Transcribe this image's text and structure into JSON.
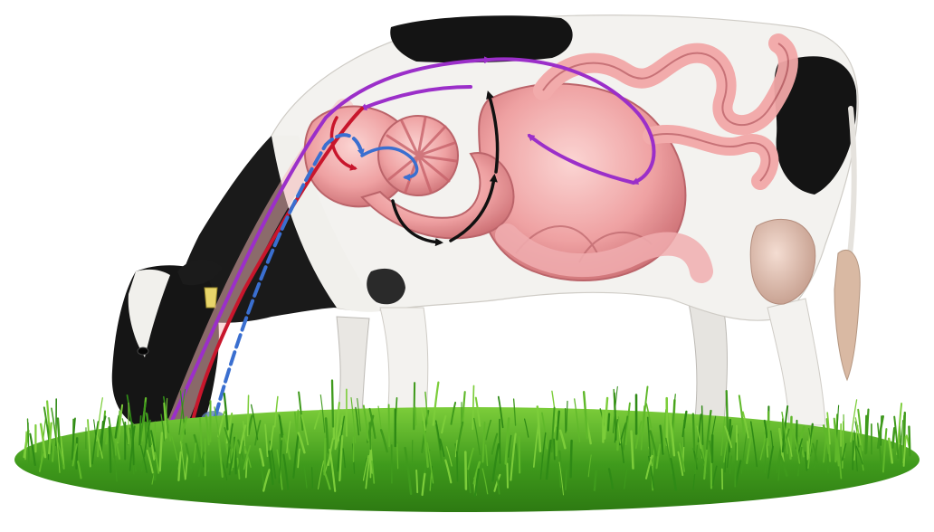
{
  "diagram": {
    "subject": "cow-digestive-system",
    "colors": {
      "background": "#ffffff",
      "grass": "#3f9a1c",
      "grass_light": "#7ccd3a",
      "hide_white": "#f3f2ef",
      "hide_black": "#141414",
      "organ_pink": "#f2a7a7",
      "organ_dark": "#c9676c",
      "udder": "#e7c4b4",
      "tail_tuft": "#d9b9a3",
      "ear_tag": "#e8d56a",
      "path_purple": "#9b2fc9",
      "path_red": "#c8162c",
      "path_blue": "#3a6fd0",
      "path_black": "#111111"
    },
    "paths": [
      {
        "id": "purple",
        "color": "#9b2fc9"
      },
      {
        "id": "red",
        "color": "#c8162c"
      },
      {
        "id": "blue",
        "color": "#3a6fd0"
      },
      {
        "id": "black",
        "color": "#111111"
      }
    ]
  }
}
